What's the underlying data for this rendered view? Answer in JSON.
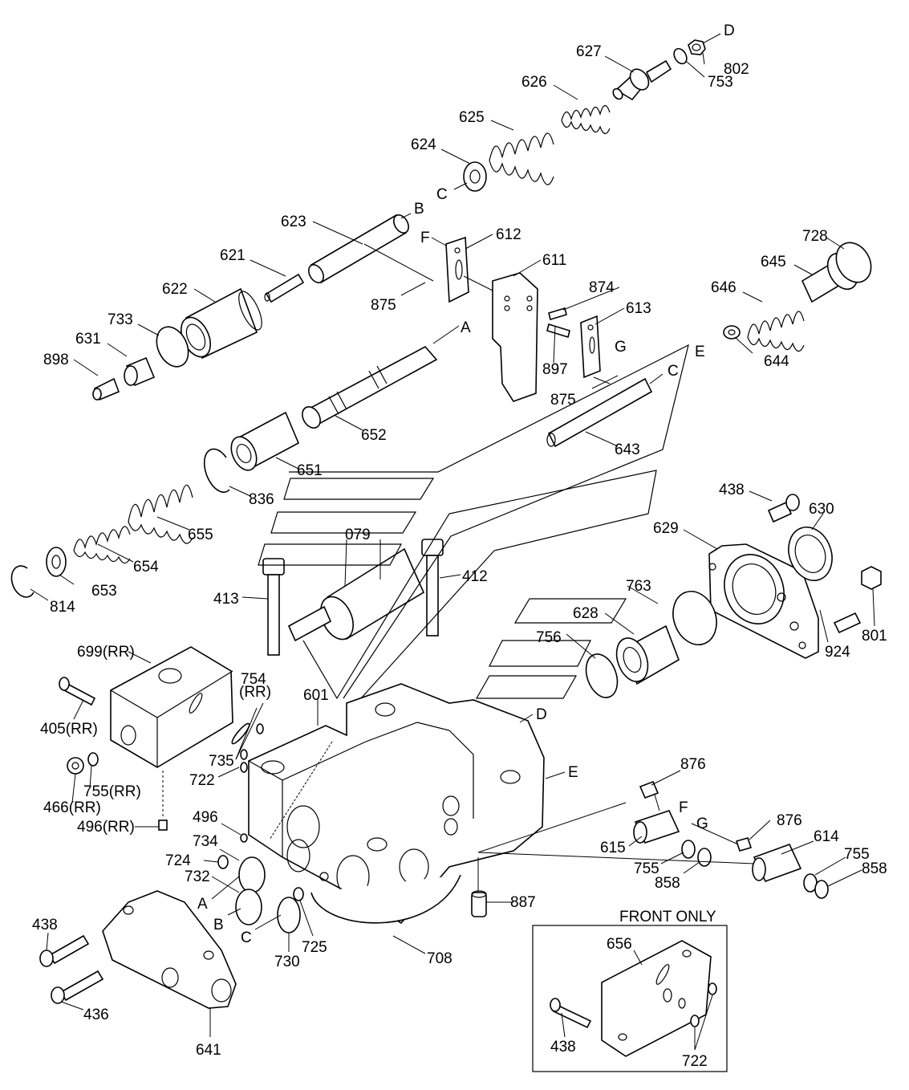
{
  "diagram": {
    "front_only_caption": "FRONT ONLY",
    "labels": [
      {
        "id": "D_top",
        "text": "D"
      },
      {
        "id": "p627",
        "text": "627"
      },
      {
        "id": "p802",
        "text": "802"
      },
      {
        "id": "p753",
        "text": "753"
      },
      {
        "id": "p626",
        "text": "626"
      },
      {
        "id": "p625",
        "text": "625"
      },
      {
        "id": "p624",
        "text": "624"
      },
      {
        "id": "C_624",
        "text": "C"
      },
      {
        "id": "B_623",
        "text": "B"
      },
      {
        "id": "p623",
        "text": "623"
      },
      {
        "id": "F_612",
        "text": "F"
      },
      {
        "id": "p612",
        "text": "612"
      },
      {
        "id": "p728",
        "text": "728"
      },
      {
        "id": "p621",
        "text": "621"
      },
      {
        "id": "p611",
        "text": "611"
      },
      {
        "id": "p645",
        "text": "645"
      },
      {
        "id": "p622",
        "text": "622"
      },
      {
        "id": "p874",
        "text": "874"
      },
      {
        "id": "p646",
        "text": "646"
      },
      {
        "id": "p875a",
        "text": "875"
      },
      {
        "id": "p613",
        "text": "613"
      },
      {
        "id": "p733",
        "text": "733"
      },
      {
        "id": "A_652",
        "text": "A"
      },
      {
        "id": "G_613",
        "text": "G"
      },
      {
        "id": "E_644",
        "text": "E"
      },
      {
        "id": "p631",
        "text": "631"
      },
      {
        "id": "p644",
        "text": "644"
      },
      {
        "id": "p898",
        "text": "898"
      },
      {
        "id": "p897",
        "text": "897"
      },
      {
        "id": "C_643",
        "text": "C"
      },
      {
        "id": "p875b",
        "text": "875"
      },
      {
        "id": "p652",
        "text": "652"
      },
      {
        "id": "p643",
        "text": "643"
      },
      {
        "id": "p651",
        "text": "651"
      },
      {
        "id": "p836",
        "text": "836"
      },
      {
        "id": "p438a",
        "text": "438"
      },
      {
        "id": "p630",
        "text": "630"
      },
      {
        "id": "p629",
        "text": "629"
      },
      {
        "id": "p079",
        "text": "079"
      },
      {
        "id": "p655",
        "text": "655"
      },
      {
        "id": "p654",
        "text": "654"
      },
      {
        "id": "p412",
        "text": "412"
      },
      {
        "id": "p653",
        "text": "653"
      },
      {
        "id": "p763",
        "text": "763"
      },
      {
        "id": "p413",
        "text": "413"
      },
      {
        "id": "p814",
        "text": "814"
      },
      {
        "id": "p628",
        "text": "628"
      },
      {
        "id": "p801",
        "text": "801"
      },
      {
        "id": "p756",
        "text": "756"
      },
      {
        "id": "p924",
        "text": "924"
      },
      {
        "id": "p699",
        "text": "699(RR)"
      },
      {
        "id": "p754",
        "text": "754"
      },
      {
        "id": "p754rr",
        "text": "(RR)"
      },
      {
        "id": "p601",
        "text": "601"
      },
      {
        "id": "D_601",
        "text": "D"
      },
      {
        "id": "p405",
        "text": "405(RR)"
      },
      {
        "id": "p735",
        "text": "735"
      },
      {
        "id": "p876a",
        "text": "876"
      },
      {
        "id": "p722a",
        "text": "722"
      },
      {
        "id": "E_601",
        "text": "E"
      },
      {
        "id": "p755rr",
        "text": "755(RR)"
      },
      {
        "id": "p466",
        "text": "466(RR)"
      },
      {
        "id": "F_876",
        "text": "F"
      },
      {
        "id": "p496rr",
        "text": "496(RR)"
      },
      {
        "id": "p496",
        "text": "496"
      },
      {
        "id": "G_614",
        "text": "G"
      },
      {
        "id": "p876b",
        "text": "876"
      },
      {
        "id": "p734",
        "text": "734"
      },
      {
        "id": "p614",
        "text": "614"
      },
      {
        "id": "p615",
        "text": "615"
      },
      {
        "id": "p724",
        "text": "724"
      },
      {
        "id": "p755a",
        "text": "755"
      },
      {
        "id": "p755b",
        "text": "755"
      },
      {
        "id": "p732",
        "text": "732"
      },
      {
        "id": "p858a",
        "text": "858"
      },
      {
        "id": "p858b",
        "text": "858"
      },
      {
        "id": "A_bot",
        "text": "A"
      },
      {
        "id": "p887",
        "text": "887"
      },
      {
        "id": "B_bot",
        "text": "B"
      },
      {
        "id": "C_bot",
        "text": "C"
      },
      {
        "id": "p438b",
        "text": "438"
      },
      {
        "id": "p730",
        "text": "730"
      },
      {
        "id": "p725",
        "text": "725"
      },
      {
        "id": "p708",
        "text": "708"
      },
      {
        "id": "p656",
        "text": "656"
      },
      {
        "id": "p436",
        "text": "436"
      },
      {
        "id": "p438c",
        "text": "438"
      },
      {
        "id": "p641",
        "text": "641"
      },
      {
        "id": "p722b",
        "text": "722"
      }
    ]
  }
}
